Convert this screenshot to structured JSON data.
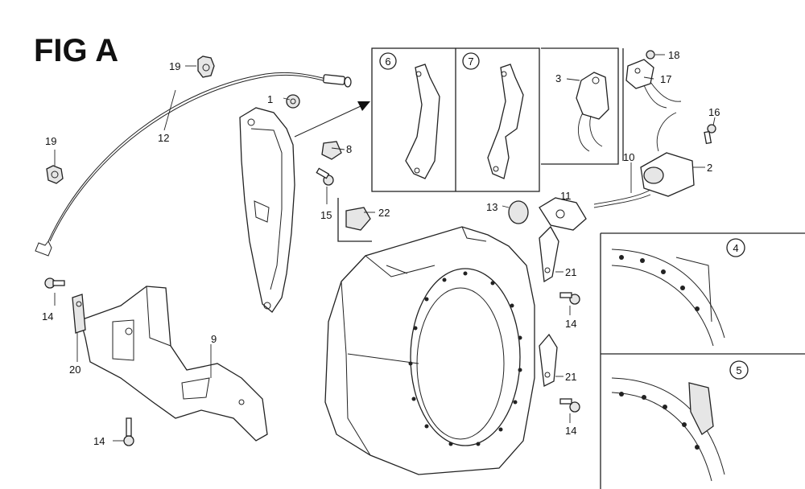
{
  "figure": {
    "title": "FIG A"
  },
  "parts": [
    {
      "id": "p1",
      "label": "1"
    },
    {
      "id": "p2",
      "label": "2"
    },
    {
      "id": "p3",
      "label": "3"
    },
    {
      "id": "p8",
      "label": "8"
    },
    {
      "id": "p9",
      "label": "9"
    },
    {
      "id": "p10",
      "label": "10"
    },
    {
      "id": "p11",
      "label": "11"
    },
    {
      "id": "p12",
      "label": "12"
    },
    {
      "id": "p13",
      "label": "13"
    },
    {
      "id": "p14a",
      "label": "14"
    },
    {
      "id": "p14b",
      "label": "14"
    },
    {
      "id": "p14c",
      "label": "14"
    },
    {
      "id": "p14d",
      "label": "14"
    },
    {
      "id": "p15",
      "label": "15"
    },
    {
      "id": "p16",
      "label": "16"
    },
    {
      "id": "p17",
      "label": "17"
    },
    {
      "id": "p18",
      "label": "18"
    },
    {
      "id": "p19a",
      "label": "19"
    },
    {
      "id": "p19b",
      "label": "19"
    },
    {
      "id": "p20",
      "label": "20"
    },
    {
      "id": "p21a",
      "label": "21"
    },
    {
      "id": "p21b",
      "label": "21"
    },
    {
      "id": "p22",
      "label": "22"
    }
  ],
  "variants": [
    {
      "id": "v6",
      "label": "6"
    },
    {
      "id": "v7",
      "label": "7"
    },
    {
      "id": "v4",
      "label": "4"
    },
    {
      "id": "v5",
      "label": "5"
    }
  ]
}
